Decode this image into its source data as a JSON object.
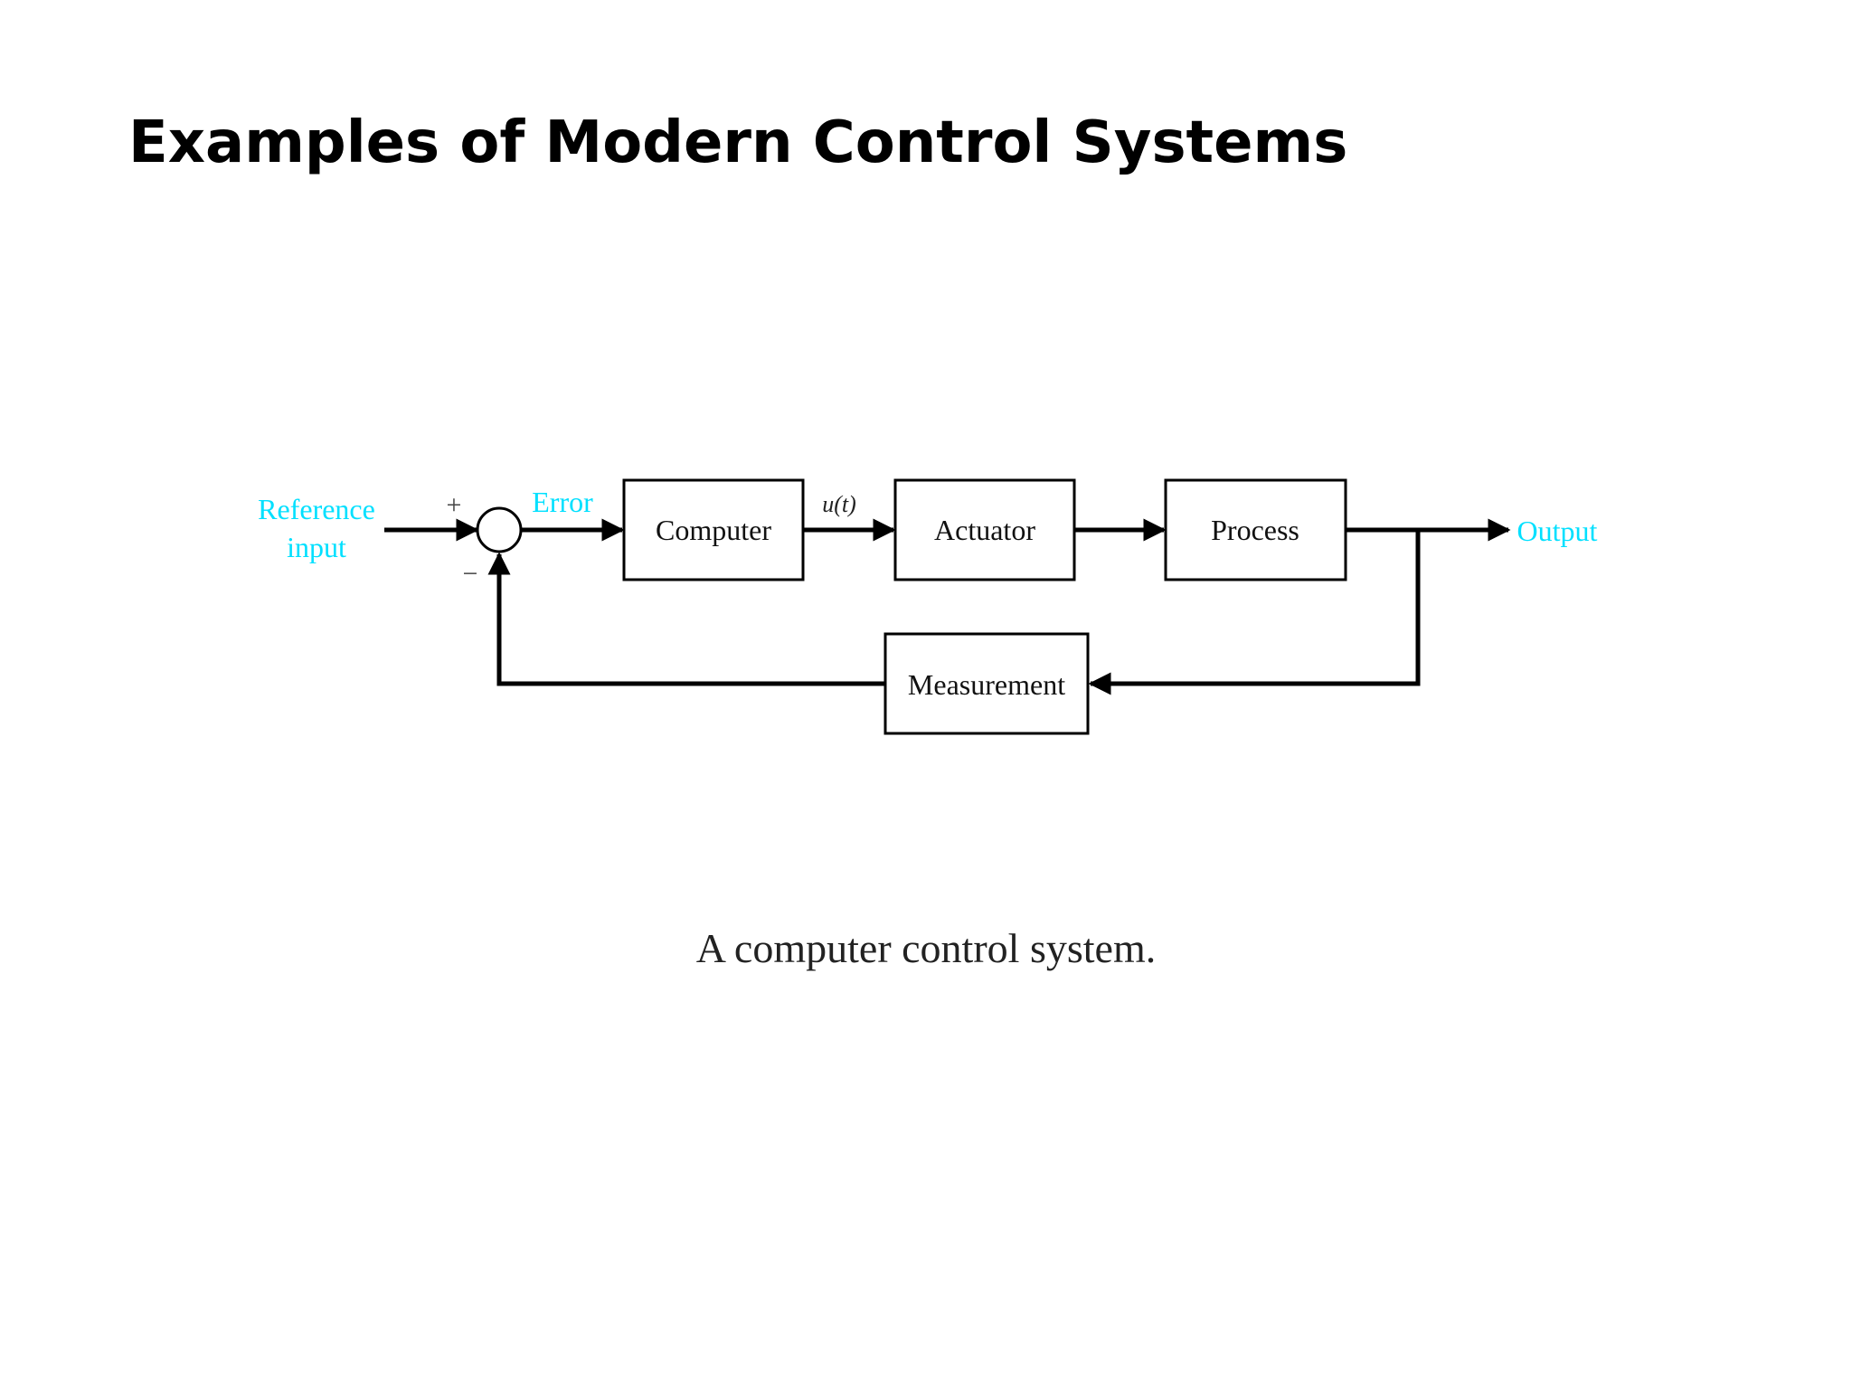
{
  "slide": {
    "title": "Examples of Modern Control Systems",
    "caption": "A computer control system."
  },
  "diagram": {
    "signal_color": "#00e0ff",
    "line_color": "#000000",
    "labels": {
      "reference_line1": "Reference",
      "reference_line2": "input",
      "plus_sign": "+",
      "minus_sign": "−",
      "error": "Error",
      "control_signal": "u(t)",
      "output": "Output"
    },
    "blocks": {
      "computer": "Computer",
      "actuator": "Actuator",
      "process": "Process",
      "measurement": "Measurement"
    }
  }
}
